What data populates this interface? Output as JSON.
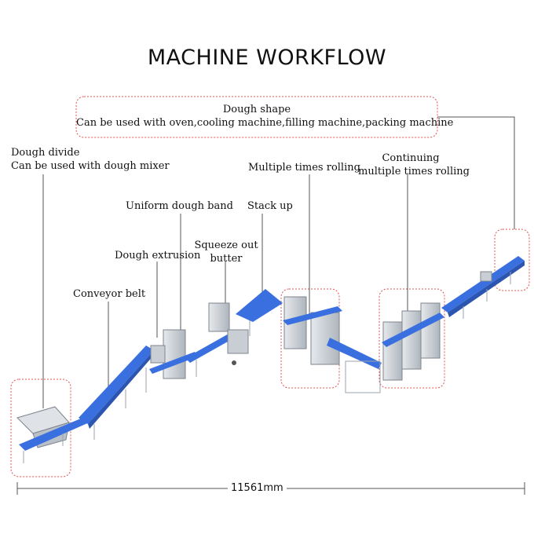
{
  "title": "MACHINE WORKFLOW",
  "labels": {
    "dough_shape_title": "Dough shape",
    "dough_shape_desc": "Can be used with oven,cooling machine,filling machine,packing machine",
    "dough_divide": "Dough divide",
    "dough_divide_desc": "Can be used with dough mixer",
    "multiple_rolling": "Multiple times rolling",
    "continuing_line1": "Continuing",
    "continuing_line2": "multiple times rolling",
    "uniform_band": "Uniform dough band",
    "stack_up": "Stack up",
    "squeeze_line1": "Squeeze out",
    "squeeze_line2": "butter",
    "extrusion": "Dough extrusion",
    "conveyor": "Conveyor belt"
  },
  "dimension": "11561mm",
  "colors": {
    "belt": "#3a6fe0",
    "belt_light": "#6f97ee",
    "frame": "#9aa3ad",
    "machine": "#c9ced4",
    "highlight": "#e05050",
    "line": "#555555"
  }
}
